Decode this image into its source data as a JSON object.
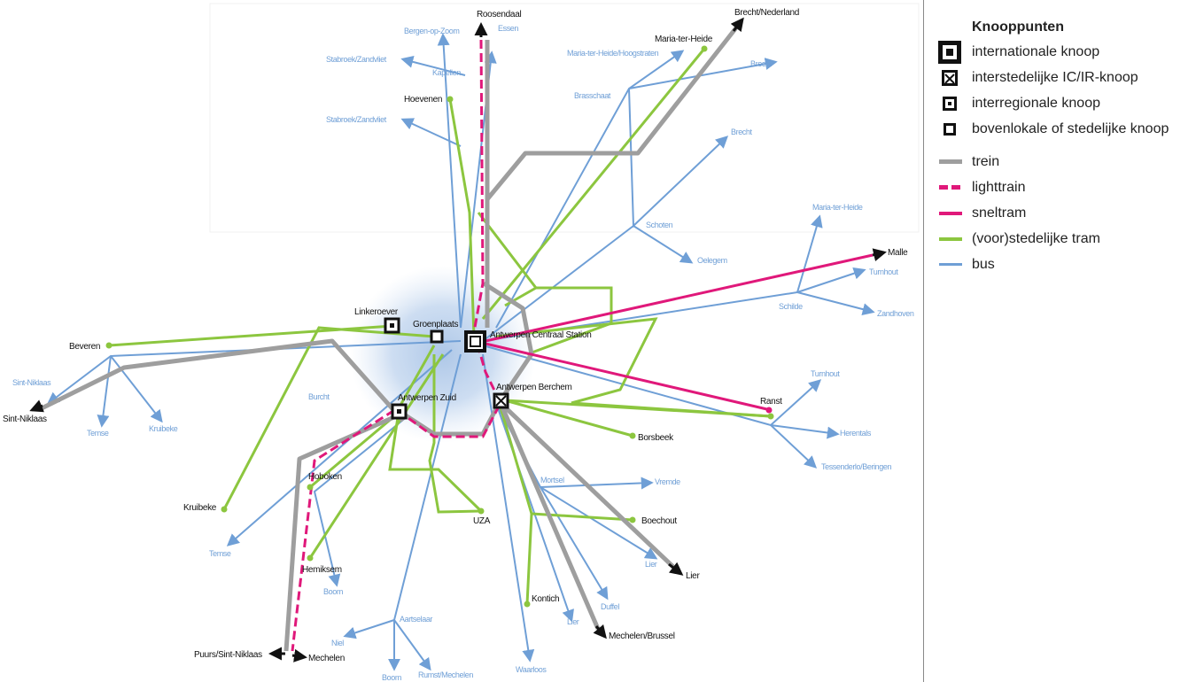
{
  "legend": {
    "title": "Knooppunten",
    "nodes": [
      {
        "type": "international",
        "label": "internationale knoop"
      },
      {
        "type": "ic",
        "label": "interstedelijke IC/IR-knoop"
      },
      {
        "type": "interregional",
        "label": "interregionale knoop"
      },
      {
        "type": "local",
        "label": "bovenlokale of stedelijke knoop"
      }
    ],
    "lines": [
      {
        "type": "trein",
        "label": "trein"
      },
      {
        "type": "lighttrain",
        "label": "lighttrain"
      },
      {
        "type": "sneltram",
        "label": "sneltram"
      },
      {
        "type": "tram",
        "label": "(voor)stedelijke tram"
      },
      {
        "type": "bus",
        "label": "bus"
      }
    ]
  },
  "map": {
    "colors": {
      "trein": "#9e9e9e",
      "lighttrain": "#e0187a",
      "sneltram": "#e0187a",
      "tram": "#8cc63f",
      "bus": "#6f9fd6",
      "halo": "#a9c4e6"
    },
    "hubs": {
      "antwerpen_centraal": "Antwerpen Centraal Station",
      "antwerpen_berchem": "Antwerpen Berchem",
      "antwerpen_zuid": "Antwerpen Zuid",
      "linkeroever": "Linkeroever",
      "groenplaats": "Groenplaats"
    },
    "black_labels": {
      "roosendaal": "Roosendaal",
      "brecht_nederland": "Brecht/Nederland",
      "maria_ter_heide": "Maria-ter-Heide",
      "hoevenen": "Hoevenen",
      "malle": "Malle",
      "beveren": "Beveren",
      "sint_niklaas": "Sint-Niklaas",
      "ranst": "Ranst",
      "borsbeek": "Borsbeek",
      "hoboken": "Hoboken",
      "kruibeke": "Kruibeke",
      "uza": "UZA",
      "boechout": "Boechout",
      "hemiksem": "Hemiksem",
      "lier": "Lier",
      "kontich": "Kontich",
      "mechelen_brussel": "Mechelen/Brussel",
      "puurs": "Puurs/Sint-Niklaas",
      "mechelen": "Mechelen"
    },
    "blue_labels": {
      "bergen_op_zoom": "Bergen-op-Zoom",
      "essen": "Essen",
      "stabroek_1": "Stabroek/Zandvliet",
      "kapellen": "Kapellen",
      "maria_hoogstraten": "Maria-ter-Heide/Hoogstraten",
      "brecht_1": "Brecht",
      "brasschaat": "Brasschaat",
      "stabroek_2": "Stabroek/Zandvliet",
      "brecht_2": "Brecht",
      "schoten": "Schoten",
      "oelegem": "Oelegem",
      "maria_ter_heide_2": "Maria-ter-Heide",
      "turnhout_1": "Turnhout",
      "schilde": "Schilde",
      "zandhoven": "Zandhoven",
      "sint_niklaas_2": "Sint-Niklaas",
      "burcht": "Burcht",
      "temse_1": "Temse",
      "kruibeke_2": "Kruibeke",
      "turnhout_2": "Turnhout",
      "herentals": "Herentals",
      "tessenderlo": "Tessenderlo/Beringen",
      "mortsel": "Mortsel",
      "vremde": "Vremde",
      "temse_2": "Temse",
      "lier_2": "Lier",
      "boom_1": "Boom",
      "duffel": "Duffel",
      "aartselaar": "Aartselaar",
      "niel": "Niel",
      "lier_3": "Lier",
      "boom_2": "Boom",
      "rumst": "Rumst/Mechelen",
      "waarloos": "Waarloos"
    }
  }
}
